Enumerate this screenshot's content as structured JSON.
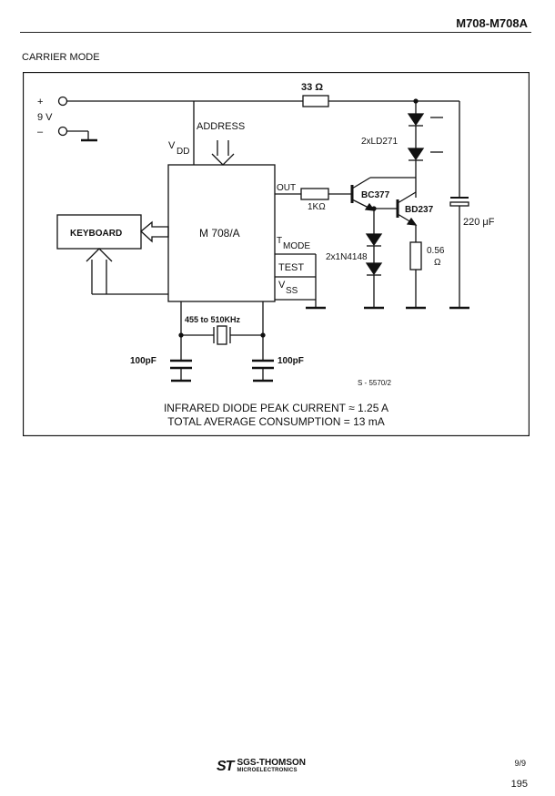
{
  "header": {
    "title": "M708-M708A"
  },
  "section": {
    "label": "CARRIER MODE"
  },
  "circuit": {
    "supply_plus": "+",
    "supply_voltage": "9 V",
    "supply_minus": "–",
    "r_supply": "33 Ω",
    "vdd_v": "V",
    "vdd_sub": "DD",
    "address": "ADDRESS",
    "chip": "M 708/A",
    "keyboard": "KEYBOARD",
    "out": "OUT",
    "r_base": "1KΩ",
    "q1": "BC377",
    "q2": "BD237",
    "leds": "2xLD271",
    "diodes": "2x1N4148",
    "r_sense_value": "0.56",
    "r_sense_unit": "Ω",
    "cap_bulk": "220 μF",
    "tmode_t": "T",
    "tmode_sub": "MODE",
    "test": "TEST",
    "vss_v": "V",
    "vss_sub": "SS",
    "crystal": "455 to 510KHz",
    "cap_left": "100pF",
    "cap_right": "100pF",
    "ref_code": "S - 5570/2"
  },
  "caption": {
    "line1": "INFRARED DIODE PEAK CURRENT ≈ 1.25 A",
    "line2": "TOTAL AVERAGE CONSUMPTION = 13 mA"
  },
  "footer": {
    "logo_name": "SGS-THOMSON",
    "logo_sub": "MICROELECTRONICS",
    "page_of": "9/9",
    "page_number": "195"
  }
}
